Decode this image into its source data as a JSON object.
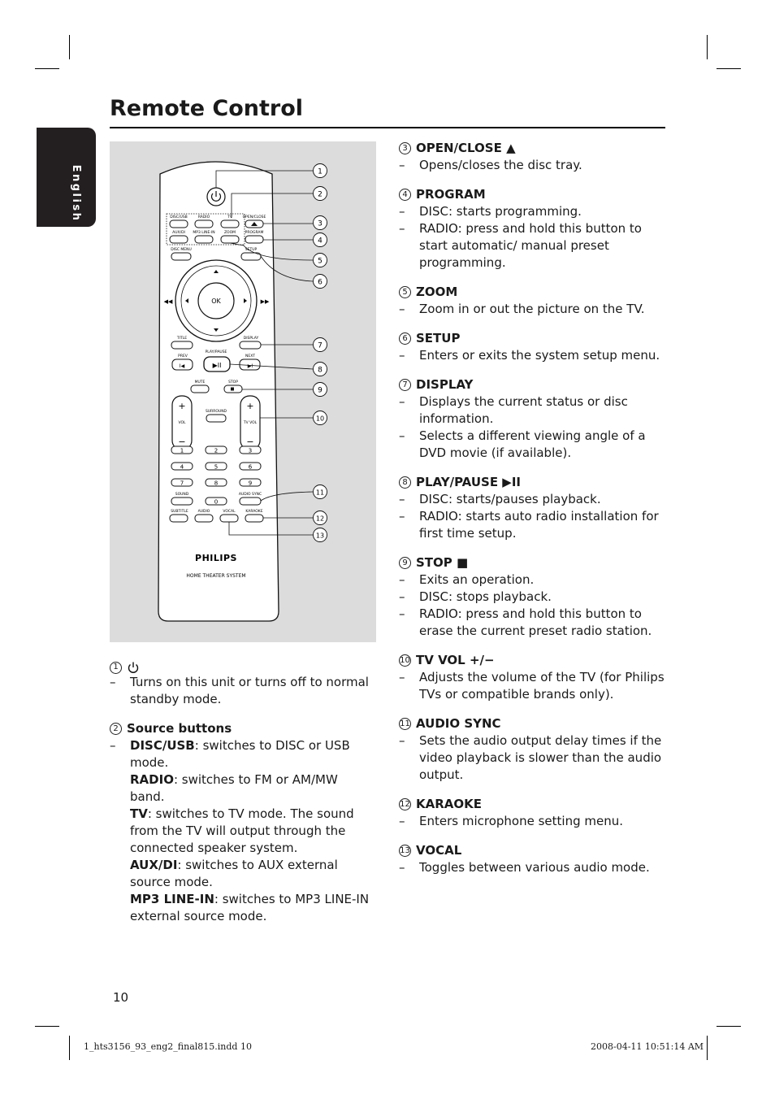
{
  "page": {
    "title": "Remote Control",
    "side_tab": "English",
    "page_number": "10",
    "footer_left": "1_hts3156_93_eng2_final815.indd   10",
    "footer_right": "2008-04-11   10:51:14 AM"
  },
  "remote": {
    "buttons": {
      "disc_usb": "DISC/USB",
      "radio": "RADIO",
      "tv": "TV",
      "open_close": "OPEN/CLOSE",
      "aux_di": "AUX/DI",
      "mp3": "MP3 LINE-IN",
      "zoom": "ZOOM",
      "program": "PROGRAM",
      "disc_menu": "DISC MENU",
      "setup": "SETUP",
      "ok": "OK",
      "title": "TITLE",
      "display": "DISPLAY",
      "play_pause": "PLAY/PAUSE",
      "prev": "PREV",
      "next": "NEXT",
      "mute": "MUTE",
      "stop": "STOP",
      "surround": "SURROUND",
      "vol": "VOL",
      "tv_vol": "TV VOL",
      "sound": "SOUND",
      "audio_sync": "AUDIO SYNC",
      "subtitle": "SUBTITLE",
      "audio": "AUDIO",
      "vocal": "VOCAL",
      "karaoke": "KARAOKE"
    },
    "digits": [
      "1",
      "2",
      "3",
      "4",
      "5",
      "6",
      "7",
      "8",
      "9",
      "0"
    ],
    "brand": "PHILIPS",
    "model": "HOME THEATER SYSTEM",
    "callouts": [
      "1",
      "2",
      "3",
      "4",
      "5",
      "6",
      "7",
      "8",
      "9",
      "10",
      "11",
      "12",
      "13"
    ]
  },
  "left_items": {
    "power": {
      "num": "1",
      "icon": "power-icon",
      "desc": "Turns on this unit or turns off to normal standby mode."
    },
    "source": {
      "num": "2",
      "name": "Source buttons",
      "disc_key": "DISC/USB",
      "disc_text": ": switches to DISC or USB mode.",
      "radio_key": "RADIO",
      "radio_text": ": switches to FM or AM/MW band.",
      "tv_key": "TV",
      "tv_text": ": switches to TV mode. The sound from the TV will output through the connected speaker system.",
      "aux_key": "AUX/DI",
      "aux_text": ": switches to AUX external source mode.",
      "mp3_key": "MP3 LINE-IN",
      "mp3_text": ": switches to MP3 LINE-IN external source mode."
    }
  },
  "right_items": {
    "open_close": {
      "num": "3",
      "name": "OPEN/CLOSE ▲",
      "lines": [
        "Opens/closes the disc tray."
      ]
    },
    "program": {
      "num": "4",
      "name": "PROGRAM",
      "lines": [
        "DISC: starts programming.",
        "RADIO: press and hold this button to start automatic/ manual preset programming."
      ]
    },
    "zoom": {
      "num": "5",
      "name": "ZOOM",
      "lines": [
        "Zoom in or out the picture on the TV."
      ]
    },
    "setup": {
      "num": "6",
      "name": "SETUP",
      "lines": [
        "Enters or exits the system setup menu."
      ]
    },
    "display": {
      "num": "7",
      "name": "DISPLAY",
      "lines": [
        "Displays the current status or disc information.",
        "Selects a different viewing angle of a DVD movie (if available)."
      ]
    },
    "play_pause": {
      "num": "8",
      "name": "PLAY/PAUSE ▶II",
      "lines": [
        "DISC: starts/pauses playback.",
        "RADIO: starts auto radio installation for first time setup."
      ]
    },
    "stop": {
      "num": "9",
      "name": "STOP ■",
      "lines": [
        "Exits an operation.",
        "DISC: stops playback.",
        "RADIO: press and hold this button to erase the current preset radio station."
      ]
    },
    "tv_vol": {
      "num": "10",
      "name": "TV VOL +/−",
      "lines": [
        "Adjusts the volume of the TV (for Philips TVs or compatible brands only)."
      ]
    },
    "audio_sync": {
      "num": "11",
      "name": "AUDIO SYNC",
      "lines": [
        "Sets the audio output delay times if the video playback is slower than the audio output."
      ]
    },
    "karaoke": {
      "num": "12",
      "name": "KARAOKE",
      "lines": [
        "Enters microphone setting menu."
      ]
    },
    "vocal": {
      "num": "13",
      "name": "VOCAL",
      "lines": [
        "Toggles between various audio mode."
      ]
    }
  },
  "dash": "–"
}
